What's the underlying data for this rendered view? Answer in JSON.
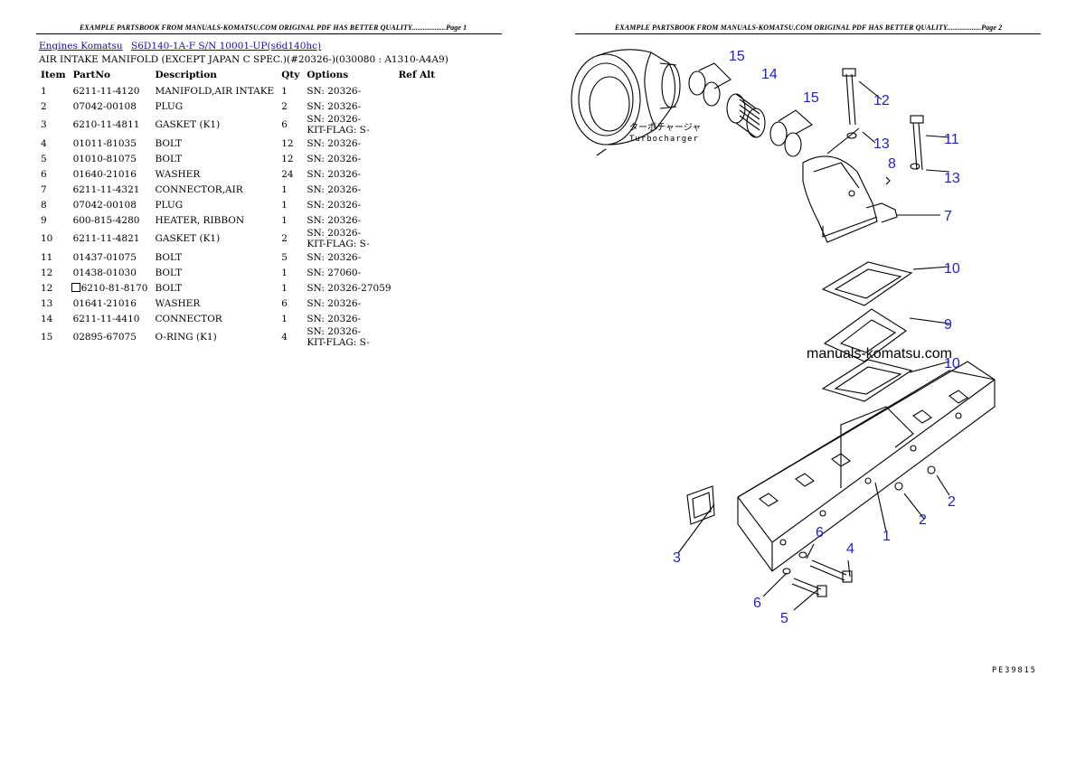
{
  "header": {
    "left": "EXAMPLE PARTSBOOK FROM MANUALS-KOMATSU.COM ORIGINAL PDF HAS BETTER QUALITY..................Page 1",
    "right": "EXAMPLE PARTSBOOK FROM MANUALS-KOMATSU.COM ORIGINAL PDF HAS BETTER QUALITY..................Page 2"
  },
  "breadcrumb": {
    "link1": "Engines Komatsu",
    "link2": "S6D140-1A-F S/N 10001-UP(s6d140hc)"
  },
  "subtitle": "AIR INTAKE MANIFOLD (EXCEPT JAPAN C SPEC.)(#20326-)(030080 : A1310-A4A9)",
  "columns": {
    "item": "Item",
    "partno": "PartNo",
    "description": "Description",
    "qty": "Qty",
    "options": "Options",
    "refalt": "Ref Alt"
  },
  "rows": [
    {
      "item": "1",
      "partno": "6211-11-4120",
      "desc": "MANIFOLD,AIR INTAKE",
      "qty": "1",
      "opt1": "SN: 20326-",
      "opt2": ""
    },
    {
      "item": "2",
      "partno": "07042-00108",
      "desc": "PLUG",
      "qty": "2",
      "opt1": "SN: 20326-",
      "opt2": ""
    },
    {
      "item": "3",
      "partno": "6210-11-4811",
      "desc": "GASKET (K1)",
      "qty": "6",
      "opt1": "SN: 20326-",
      "opt2": "KIT-FLAG: S-"
    },
    {
      "item": "4",
      "partno": "01011-81035",
      "desc": "BOLT",
      "qty": "12",
      "opt1": "SN: 20326-",
      "opt2": ""
    },
    {
      "item": "5",
      "partno": "01010-81075",
      "desc": "BOLT",
      "qty": "12",
      "opt1": "SN: 20326-",
      "opt2": ""
    },
    {
      "item": "6",
      "partno": "01640-21016",
      "desc": "WASHER",
      "qty": "24",
      "opt1": "SN: 20326-",
      "opt2": ""
    },
    {
      "item": "7",
      "partno": "6211-11-4321",
      "desc": "CONNECTOR,AIR",
      "qty": "1",
      "opt1": "SN: 20326-",
      "opt2": ""
    },
    {
      "item": "8",
      "partno": "07042-00108",
      "desc": "PLUG",
      "qty": "1",
      "opt1": "SN: 20326-",
      "opt2": ""
    },
    {
      "item": "9",
      "partno": "600-815-4280",
      "desc": "HEATER, RIBBON",
      "qty": "1",
      "opt1": "SN: 20326-",
      "opt2": ""
    },
    {
      "item": "10",
      "partno": "6211-11-4821",
      "desc": "GASKET (K1)",
      "qty": "2",
      "opt1": "SN: 20326-",
      "opt2": "KIT-FLAG: S-"
    },
    {
      "item": "11",
      "partno": "01437-01075",
      "desc": "BOLT",
      "qty": "5",
      "opt1": "SN: 20326-",
      "opt2": ""
    },
    {
      "item": "12",
      "partno": "01438-01030",
      "desc": "BOLT",
      "qty": "1",
      "opt1": "SN: 27060-",
      "opt2": ""
    },
    {
      "item": "12",
      "partno": "6210-81-8170",
      "desc": "BOLT",
      "qty": "1",
      "opt1": "SN: 20326-27059",
      "opt2": "",
      "marker": true
    },
    {
      "item": "13",
      "partno": "01641-21016",
      "desc": "WASHER",
      "qty": "6",
      "opt1": "SN: 20326-",
      "opt2": ""
    },
    {
      "item": "14",
      "partno": "6211-11-4410",
      "desc": "CONNECTOR",
      "qty": "1",
      "opt1": "SN: 20326-",
      "opt2": ""
    },
    {
      "item": "15",
      "partno": "02895-67075",
      "desc": "O-RING (K1)",
      "qty": "4",
      "opt1": "SN: 20326-",
      "opt2": "KIT-FLAG: S-"
    }
  ],
  "diagram": {
    "callouts": [
      "15",
      "14",
      "15",
      "12",
      "13",
      "11",
      "8",
      "13",
      "7",
      "10",
      "9",
      "10",
      "2",
      "2",
      "1",
      "6",
      "4",
      "3",
      "6",
      "5"
    ],
    "turbo_jp": "ターボチャージャ",
    "turbo_en": "Turbocharger",
    "watermark": "manuals-komatsu.com",
    "code": "PE39815"
  }
}
